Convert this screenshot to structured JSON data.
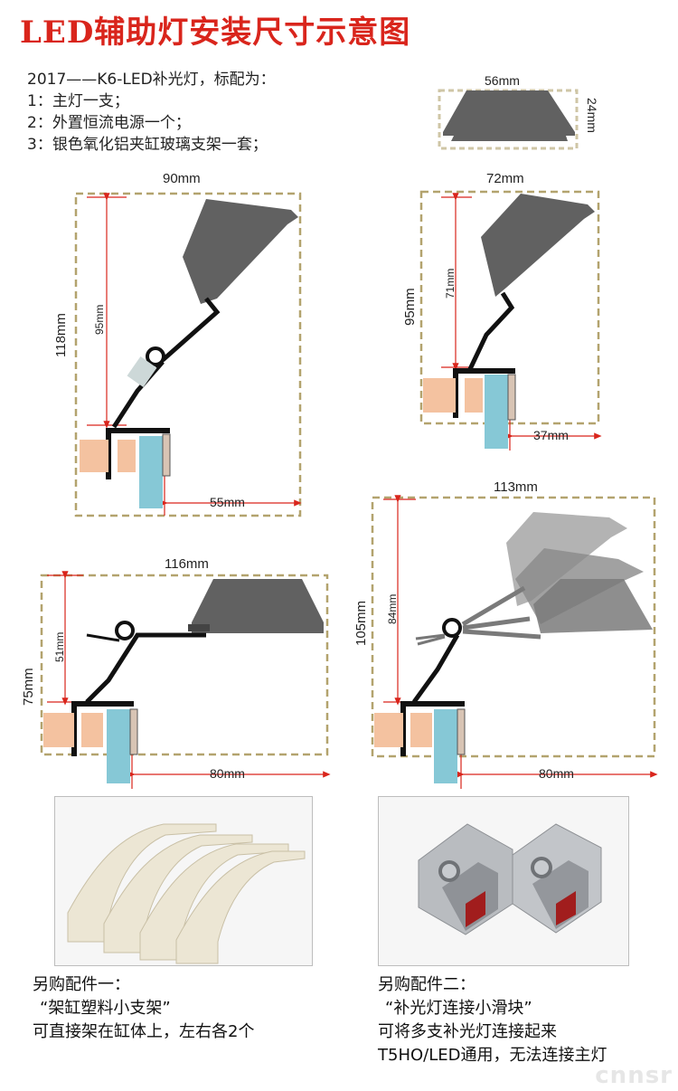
{
  "title": "LED辅助灯安装尺寸示意图",
  "intro": [
    "2017——K6-LED补光灯，标配为：",
    "1：主灯一支；",
    "2：外置恒流电源一个；",
    "3：银色氧化铝夹缸玻璃支架一套；"
  ],
  "diagram_profile": {
    "width": "56mm",
    "height": "24mm"
  },
  "diagram_a": {
    "width": "90mm",
    "height": "118mm",
    "inner": "95mm",
    "offset": "55mm"
  },
  "diagram_b": {
    "width": "72mm",
    "height": "95mm",
    "inner": "71mm",
    "offset": "37mm"
  },
  "diagram_c": {
    "width": "116mm",
    "height": "75mm",
    "inner": "51mm",
    "offset": "80mm"
  },
  "diagram_d": {
    "width": "113mm",
    "height": "105mm",
    "inner": "84mm",
    "offset": "80mm"
  },
  "accessory1": {
    "line1": "另购配件一：",
    "line2": "“架缸塑料小支架”",
    "line3": "可直接架在缸体上，左右各2个"
  },
  "accessory2": {
    "line1": "另购配件二：",
    "line2": "“补光灯连接小滑块”",
    "line3": "可将多支补光灯连接起来",
    "line4": "T5HO/LED通用，无法连接主灯"
  },
  "watermark": "cnnsr",
  "colors": {
    "title": "#d9251c",
    "dim_line": "#d9251c",
    "dash_box": "#b3a36e",
    "lamp": "#616161",
    "glass": "#86c8d6",
    "clip": "#f4c2a0"
  }
}
